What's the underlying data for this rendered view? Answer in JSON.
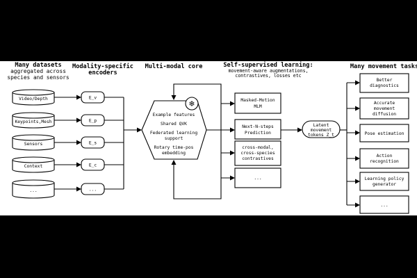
{
  "columns": {
    "datasets": [
      "Many datasets",
      "aggregated across",
      "species and sensors"
    ],
    "encoders": [
      "Modality-specific",
      "encoders"
    ],
    "core": [
      "Multi-modal core"
    ],
    "ssl": [
      "Self-supervised learning:"
    ],
    "ssl_sub": [
      "movement-aware augmentations,",
      "contrastives, losses etc"
    ],
    "tasks": [
      "Many movement tasks"
    ]
  },
  "datasets": [
    "Video/Depth",
    "Keypoints,Mesh",
    "Sensors",
    "Context",
    "..."
  ],
  "encoders": [
    "E_v",
    "E_p",
    "E_s",
    "E_c",
    "..."
  ],
  "core": {
    "icon": "snowflake-icon",
    "lines": [
      "Example features",
      "Shared QVK",
      "Federated learning",
      "support",
      "Rotary time-pos",
      "embedding"
    ]
  },
  "objectives": [
    [
      "Masked-Motion",
      "MLM"
    ],
    [
      "Next-N-steps",
      "Prediction"
    ],
    [
      "cross-modal,",
      "cross-species",
      "contrastives"
    ],
    [
      "..."
    ]
  ],
  "latent": [
    "Latent",
    "movement",
    "tokens Z_t"
  ],
  "tasks": [
    [
      "Better",
      "diagnostics"
    ],
    [
      "Accurate",
      "movement",
      "diffusion"
    ],
    [
      "Pose estimation"
    ],
    [
      "Action",
      "recognition"
    ],
    [
      "Learning policy",
      "generator"
    ],
    [
      "..."
    ]
  ]
}
